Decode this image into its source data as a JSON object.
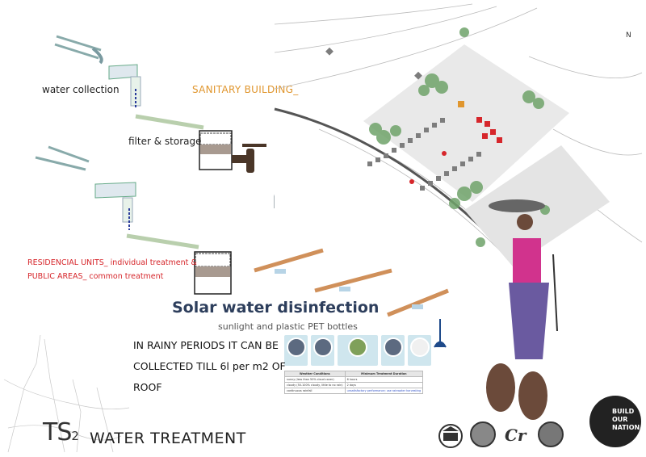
{
  "labels": {
    "water_collection": "water collection",
    "filter_storage": "filter & storage",
    "sanitary_building": "SANITARY BUILDING_",
    "residential_line1": "RESIDENCIAL UNITS_ individual treatment &",
    "residential_line2": "PUBLIC AREAS_ common treatment"
  },
  "sodis": {
    "title": "Solar water disinfection",
    "subtitle": "sunlight and plastic PET bottles",
    "table": {
      "headers": [
        "Weather Conditions",
        "Minimum Treatment Duration"
      ],
      "rows": [
        [
          "sunny (less than 50% cloud cover)",
          "6 hours"
        ],
        [
          "cloudy (50-100% cloudy, little to no rain)",
          "2 days"
        ],
        [
          "continuous rainfall",
          "unsatisfactory performance; use rainwater harvesting"
        ]
      ]
    }
  },
  "rain_note": {
    "line1": "IN RAINY PERIODS IT CAN BE",
    "line2": "COLLECTED TILL 6l per m2 OF",
    "line3": "ROOF"
  },
  "footer": {
    "code": "TS",
    "code_index": "2",
    "title": "WATER TREATMENT"
  },
  "site_plan": {
    "north_label": "N"
  },
  "logos": {
    "build_our_nation": [
      "BUILD",
      "OUR",
      "NATION"
    ]
  },
  "colors": {
    "accent_orange": "#e0962e",
    "accent_red": "#d6262b",
    "title_navy": "#2d3e5c",
    "tree_green": "#6fa36a"
  }
}
